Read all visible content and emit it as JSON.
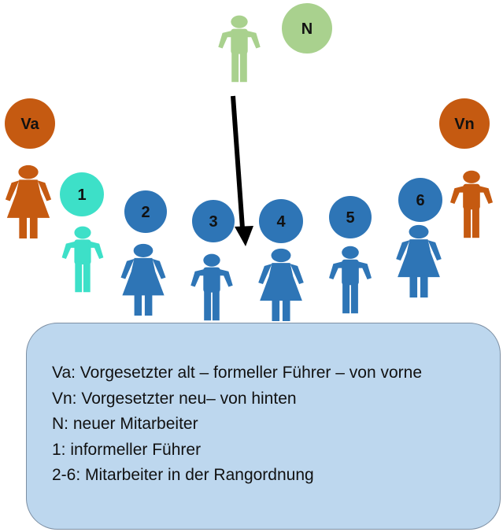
{
  "colors": {
    "manager": "#c55a11",
    "informal_leader": "#3de0c8",
    "employee": "#2e75b6",
    "newcomer": "#a9d18e",
    "arrow": "#000000",
    "legend_fill": "#bdd7ee"
  },
  "people": [
    {
      "id": "va",
      "label": "Va",
      "color_key": "manager",
      "figure": "dress",
      "icon": "person-in-dress-icon"
    },
    {
      "id": "1",
      "label": "1",
      "color_key": "informal_leader",
      "figure": "trousers",
      "icon": "person-icon"
    },
    {
      "id": "2",
      "label": "2",
      "color_key": "employee",
      "figure": "dress",
      "icon": "person-in-dress-icon"
    },
    {
      "id": "3",
      "label": "3",
      "color_key": "employee",
      "figure": "trousers",
      "icon": "person-icon"
    },
    {
      "id": "4",
      "label": "4",
      "color_key": "employee",
      "figure": "dress",
      "icon": "person-in-dress-icon"
    },
    {
      "id": "5",
      "label": "5",
      "color_key": "employee",
      "figure": "trousers",
      "icon": "person-icon"
    },
    {
      "id": "6",
      "label": "6",
      "color_key": "employee",
      "figure": "dress",
      "icon": "person-in-dress-icon"
    },
    {
      "id": "vn",
      "label": "Vn",
      "color_key": "manager",
      "figure": "trousers",
      "icon": "person-icon"
    },
    {
      "id": "n",
      "label": "N",
      "color_key": "newcomer",
      "figure": "trousers",
      "icon": "person-icon"
    }
  ],
  "legend": [
    "Va: Vorgesetzter alt – formeller Führer – von vorne",
    "Vn: Vorgesetzter neu– von hinten",
    "N: neuer Mitarbeiter",
    "1: informeller Führer",
    "2-6: Mitarbeiter in der Rangordnung"
  ]
}
